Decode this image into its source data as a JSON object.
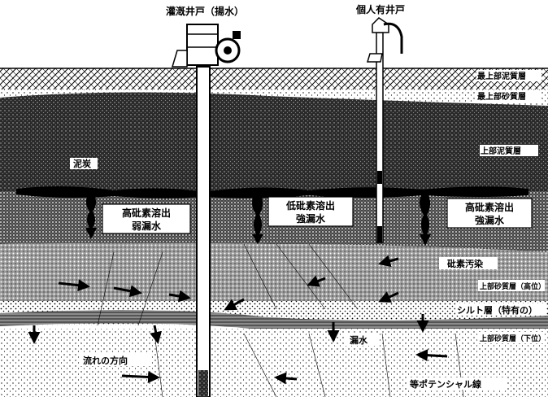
{
  "top_labels": {
    "irrigation_well": "灌漑井戸（揚水）",
    "private_well": "個人有井戸"
  },
  "layer_labels": {
    "topmost_mud": "最上部泥質層",
    "topmost_sand": "最上部砂質層",
    "upper_mud": "上部泥質層",
    "upper_sand_high": "上部砂質層（高位）",
    "silt": "シルト層（特有の）",
    "upper_sand_low": "上部砂質層（下位）"
  },
  "annotations": {
    "peat": "泥炭",
    "arsenic_pollution": "砒素汚染",
    "leakage": "漏水",
    "flow_direction": "流れの方向",
    "equipotential": "等ポテンシャル線"
  },
  "boxes": {
    "left": [
      "高砒素溶出",
      "弱漏水"
    ],
    "middle": [
      "低砒素溶出",
      "強漏水"
    ],
    "right": [
      "高砒素溶出",
      "強漏水"
    ]
  },
  "colors": {
    "ink": "#000000",
    "paper": "#ffffff"
  }
}
